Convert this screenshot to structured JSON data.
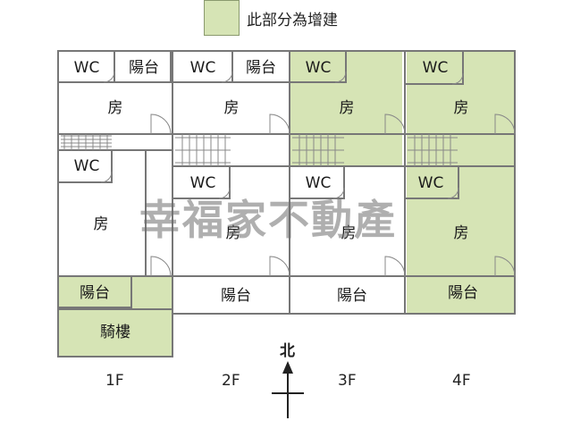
{
  "legend": {
    "text": "此部分為增建",
    "color": "#d6e4b5"
  },
  "watermark": "幸福家不動產",
  "compass": {
    "label": "北"
  },
  "floors": [
    {
      "label": "1F",
      "rooms": {
        "wc_a": "WC",
        "balcony_top": "陽台",
        "room_top": "房",
        "wc_b": "WC",
        "room_main": "房",
        "balcony_bottom": "陽台",
        "arcade": "騎樓"
      }
    },
    {
      "label": "2F",
      "rooms": {
        "wc_a": "WC",
        "balcony_top": "陽台",
        "room_top": "房",
        "wc_b": "WC",
        "room_main": "房",
        "balcony_bottom": "陽台"
      }
    },
    {
      "label": "3F",
      "rooms": {
        "wc_a": "WC",
        "room_top": "房",
        "wc_b": "WC",
        "room_main": "房",
        "balcony_bottom": "陽台"
      }
    },
    {
      "label": "4F",
      "rooms": {
        "wc_a": "WC",
        "room_top": "房",
        "wc_b": "WC",
        "room_main": "房",
        "balcony_bottom": "陽台"
      }
    }
  ]
}
